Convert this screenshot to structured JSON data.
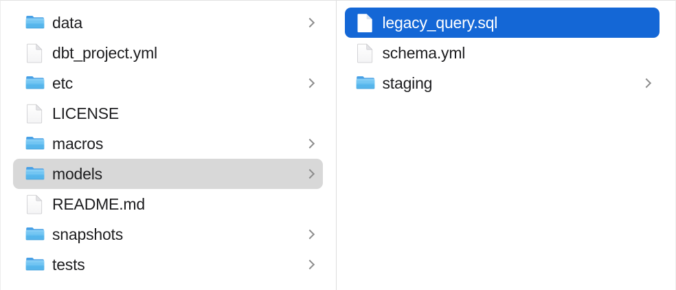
{
  "window": {
    "view_mode": "column",
    "accent_color": "#1467d6",
    "highlight_gray": "#d8d8d8",
    "divider_color": "#dcdcdc",
    "background": "#ffffff"
  },
  "columns": [
    {
      "name": "parent-column",
      "items": [
        {
          "label": "data",
          "icon": "folder-icon",
          "type": "folder",
          "has_disclosure": true,
          "state": "normal"
        },
        {
          "label": "dbt_project.yml",
          "icon": "document-icon",
          "type": "file",
          "has_disclosure": false,
          "state": "normal"
        },
        {
          "label": "etc",
          "icon": "folder-icon",
          "type": "folder",
          "has_disclosure": true,
          "state": "normal"
        },
        {
          "label": "LICENSE",
          "icon": "document-icon",
          "type": "file",
          "has_disclosure": false,
          "state": "normal"
        },
        {
          "label": "macros",
          "icon": "folder-icon",
          "type": "folder",
          "has_disclosure": true,
          "state": "normal"
        },
        {
          "label": "models",
          "icon": "folder-icon",
          "type": "folder",
          "has_disclosure": true,
          "state": "selected-gray"
        },
        {
          "label": "README.md",
          "icon": "document-icon",
          "type": "file",
          "has_disclosure": false,
          "state": "normal"
        },
        {
          "label": "snapshots",
          "icon": "folder-icon",
          "type": "folder",
          "has_disclosure": true,
          "state": "normal"
        },
        {
          "label": "tests",
          "icon": "folder-icon",
          "type": "folder",
          "has_disclosure": true,
          "state": "normal"
        }
      ]
    },
    {
      "name": "child-column",
      "items": [
        {
          "label": "legacy_query.sql",
          "icon": "document-icon",
          "type": "file",
          "has_disclosure": false,
          "state": "selected-blue"
        },
        {
          "label": "schema.yml",
          "icon": "document-icon",
          "type": "file",
          "has_disclosure": false,
          "state": "normal"
        },
        {
          "label": "staging",
          "icon": "folder-icon",
          "type": "folder",
          "has_disclosure": true,
          "state": "normal"
        }
      ]
    }
  ]
}
